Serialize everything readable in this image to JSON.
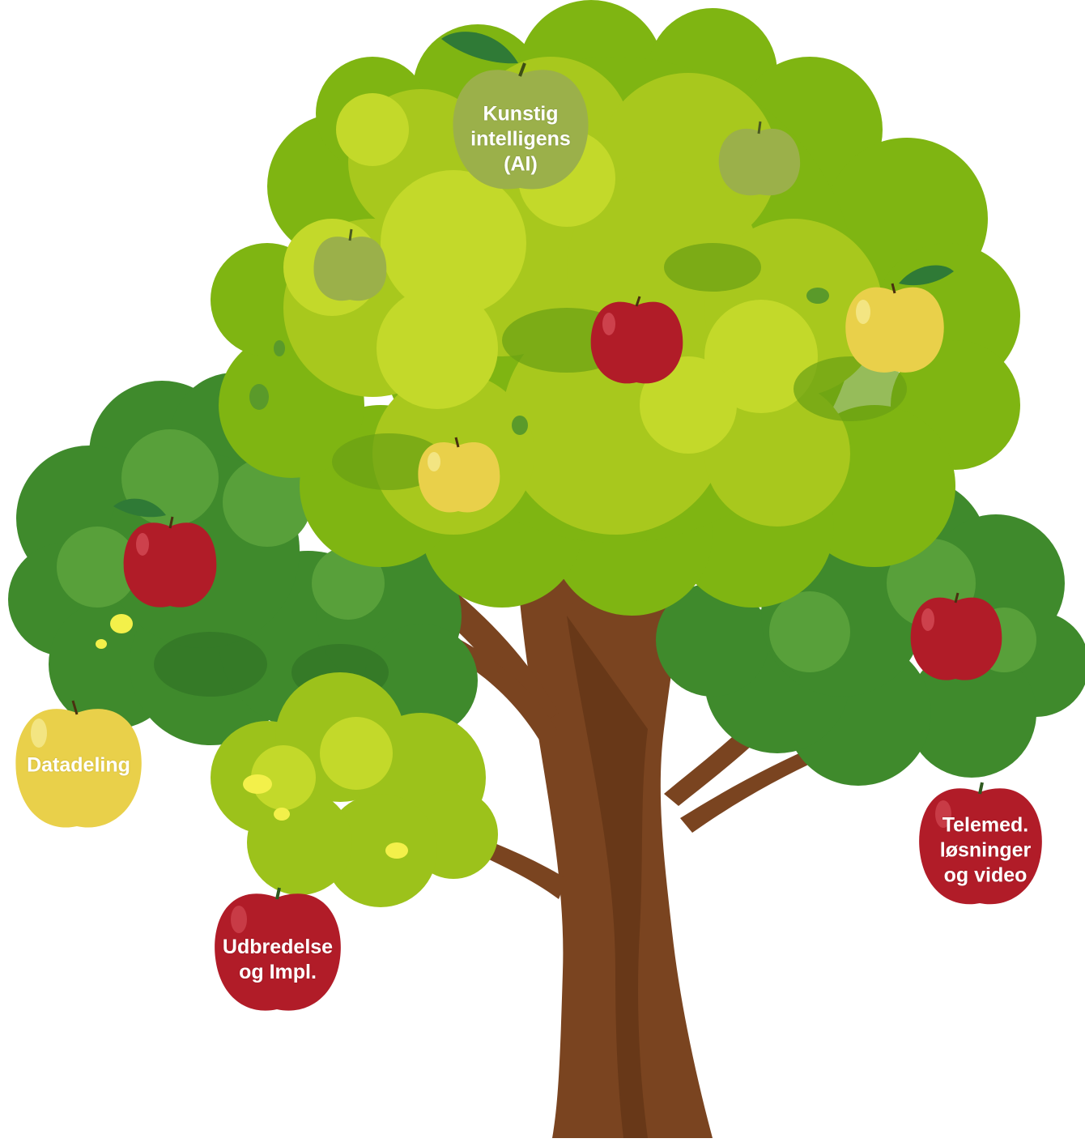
{
  "labels": {
    "ai": "Kunstig\nintelligens\n(AI)",
    "datadeling": "Datadeling",
    "udbredelse": "Udbredelse\nog Impl.",
    "telemed": "Telemed.\nløsninger\nog video"
  },
  "colors": {
    "leaf_light": "#c3d92a",
    "leaf_mid": "#9cc21b",
    "leaf_green": "#6fae2c",
    "leaf_dark": "#3f8a2c",
    "trunk": "#7a4420",
    "trunk_dark": "#5a2f12",
    "apple_red": "#b11c28",
    "apple_yellow": "#e9d04a",
    "apple_green": "#9bb04a",
    "stem_leaf": "#2f7a36"
  }
}
